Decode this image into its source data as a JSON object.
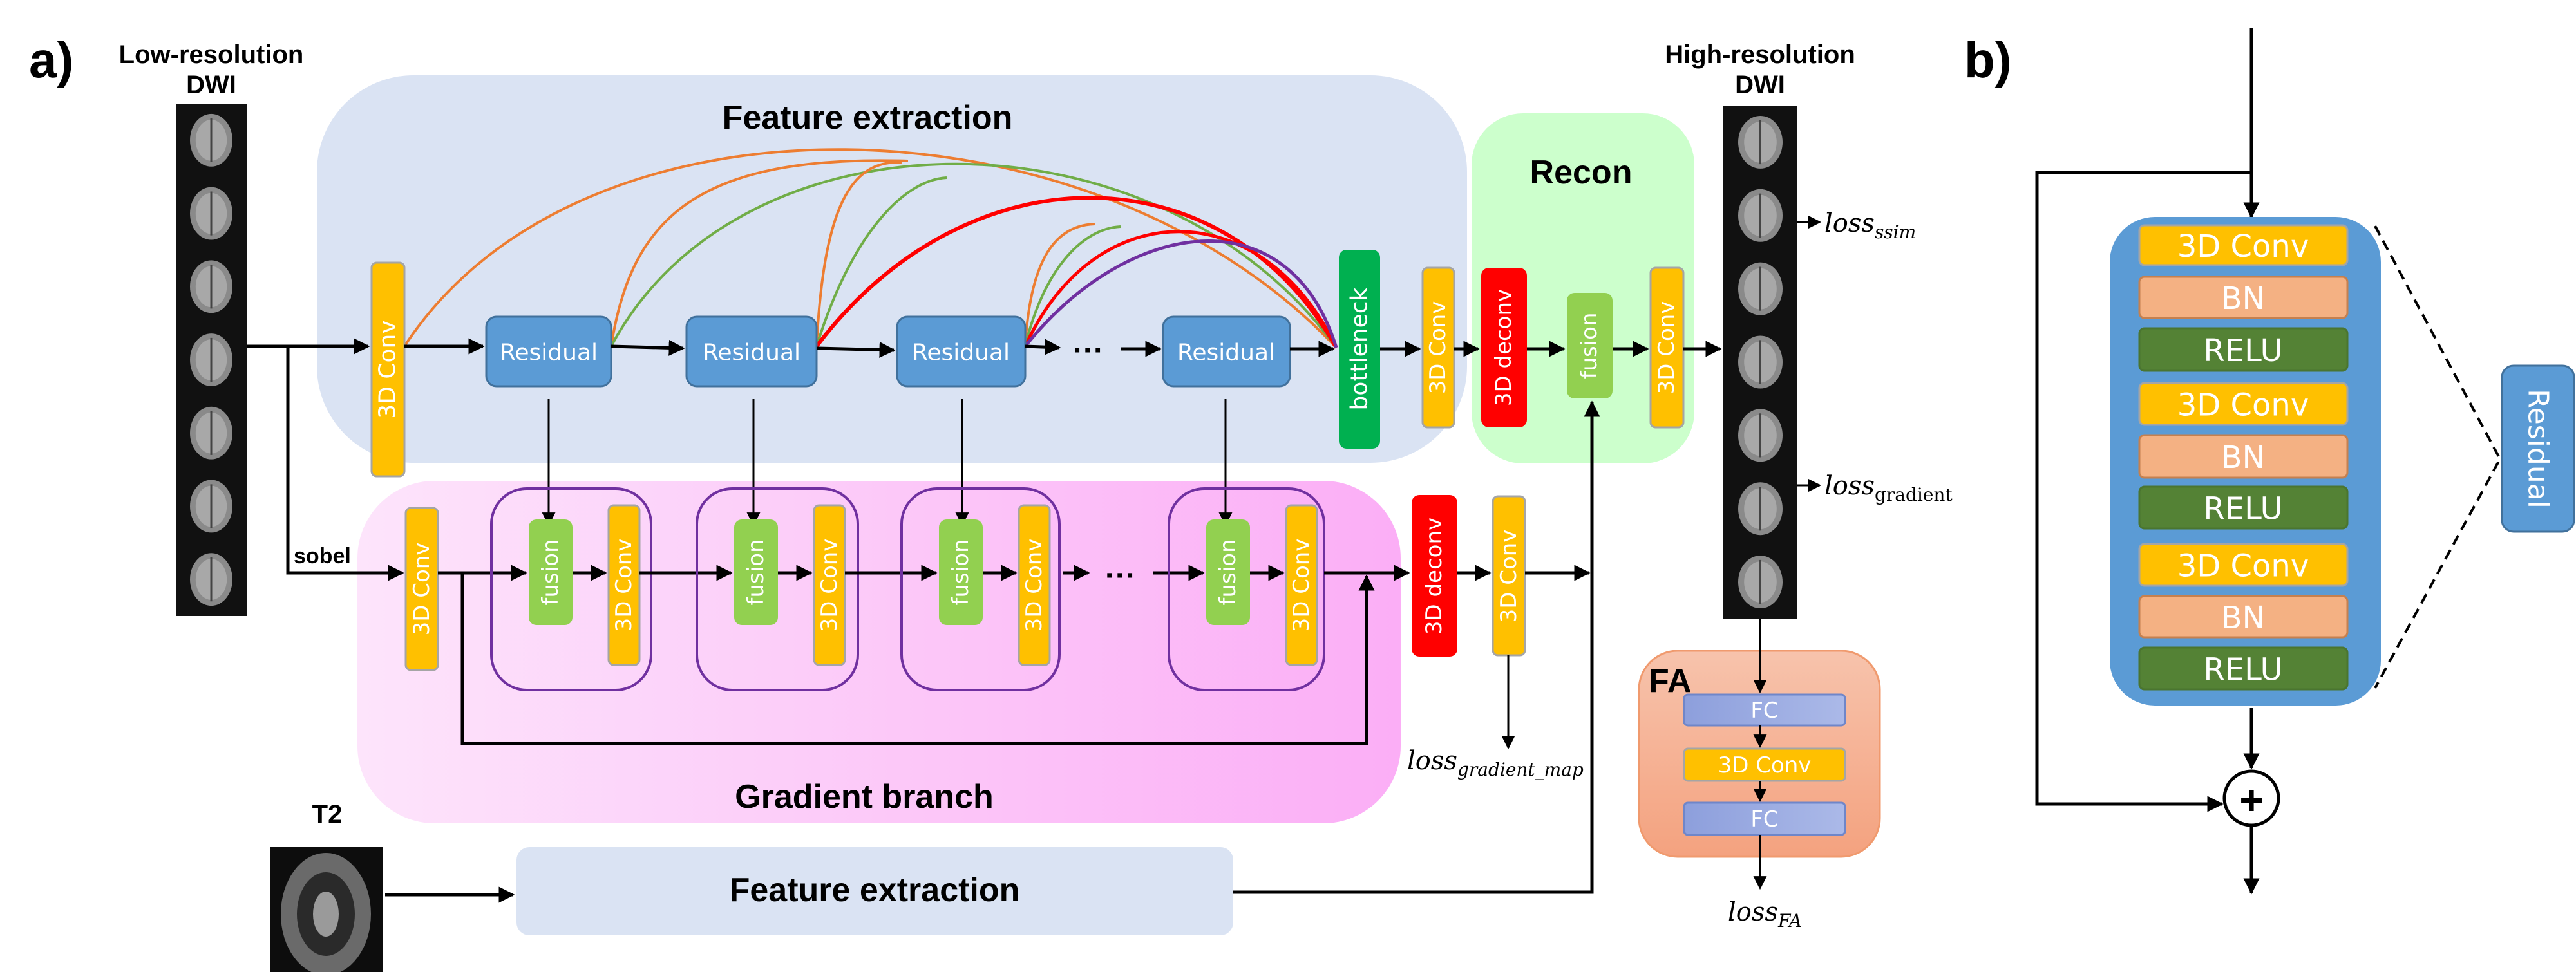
{
  "panel_a": {
    "label": "a)",
    "input_label": [
      "Low-resolution",
      "DWI"
    ],
    "output_label": [
      "High-resolution",
      "DWI"
    ],
    "feature_extraction": {
      "title": "Feature extraction",
      "conv": "3D Conv",
      "residual": "Residual",
      "ellipsis": "···",
      "bottleneck": "bottleneck",
      "conv_out": "3D Conv"
    },
    "recon": {
      "title": "Recon",
      "deconv": "3D deconv",
      "fusion": "fusion",
      "conv": "3D Conv"
    },
    "gradient_branch": {
      "title": "Gradient branch",
      "sobel": "sobel",
      "conv": "3D Conv",
      "fusion": "fusion",
      "ellipsis": "···",
      "deconv": "3D deconv",
      "conv_out": "3D Conv"
    },
    "t2": {
      "label": "T2",
      "feature_extraction": "Feature extraction"
    },
    "fa": {
      "title": "FA",
      "fc1": "FC",
      "conv": "3D Conv",
      "fc2": "FC"
    },
    "losses": {
      "ssim": {
        "main": "loss",
        "sub": "ssim"
      },
      "gradient": {
        "main": "loss",
        "sub": "gradient"
      },
      "gradient_map": {
        "main": "loss",
        "sub": "gradient_map"
      },
      "fa": {
        "main": "loss",
        "sub": "FA"
      }
    }
  },
  "panel_b": {
    "label": "b)",
    "layers": [
      "3D Conv",
      "BN",
      "RELU",
      "3D Conv",
      "BN",
      "RELU",
      "3D Conv",
      "BN",
      "RELU"
    ],
    "plus": "+",
    "residual": "Residual"
  },
  "colors": {
    "conv": "#ffc000",
    "residual": "#5b9bd5",
    "bottleneck": "#00b050",
    "fusion": "#92d050",
    "deconv": "#ff0000",
    "bn": "#f4b183",
    "relu": "#548235",
    "feature_bg": "#dae3f3",
    "recon_bg": "#ccffcc",
    "fusion_group": "#7030a0"
  }
}
